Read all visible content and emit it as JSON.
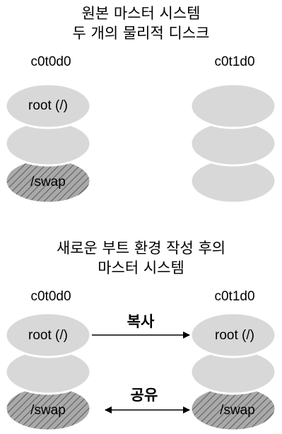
{
  "top_section": {
    "title_line1": "원본 마스터 시스템",
    "title_line2": "두 개의 물리적 디스크",
    "left_disk_label": "c0t0d0",
    "right_disk_label": "c0t1d0",
    "left_slices": [
      "root (/)",
      "",
      "/swap"
    ],
    "right_slices": [
      "",
      "",
      ""
    ]
  },
  "bottom_section": {
    "title_line1": "새로운 부트 환경 작성 후의",
    "title_line2": "마스터 시스템",
    "left_disk_label": "c0t0d0",
    "right_disk_label": "c0t1d0",
    "left_slices": [
      "root (/)",
      "",
      "/swap"
    ],
    "right_slices": [
      "root (/)",
      "",
      "/swap"
    ],
    "copy_label": "복사",
    "share_label": "공유"
  },
  "colors": {
    "disk_fill": "#d8d8d8",
    "disk_stroke": "#ffffff",
    "hatch_fill": "#a9a9a9",
    "hatch_line": "#5a5a5a"
  }
}
